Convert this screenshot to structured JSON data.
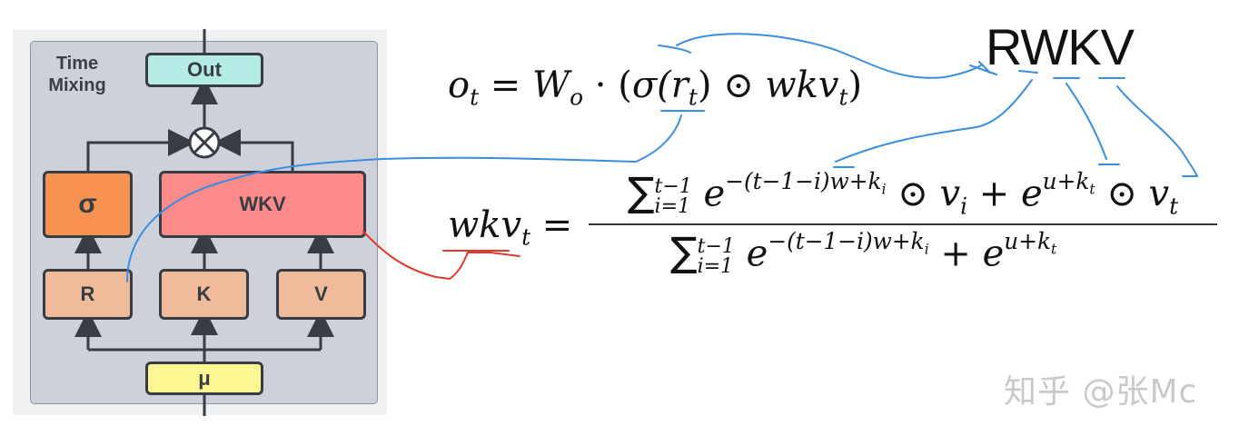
{
  "diagram": {
    "block_title_line1": "Time",
    "block_title_line2": "Mixing",
    "nodes": {
      "out": "Out",
      "sigma": "σ",
      "wkv": "WKV",
      "r": "R",
      "k": "K",
      "v": "V",
      "mu": "μ",
      "multiply": "⊗"
    },
    "colors": {
      "panel": "#cdd2da",
      "out": "#b4ece5",
      "sigma": "#f79250",
      "wkv": "#fb8b8a",
      "rkv": "#f0bb9a",
      "mu": "#fcf693",
      "stroke": "#383d44",
      "annotation_blue": "#3a8ee0",
      "annotation_red": "#e03a2f"
    }
  },
  "equations": {
    "output": {
      "lhs": "o",
      "lhs_sub": "t",
      "eq": "=",
      "w": "W",
      "w_sub": "o",
      "dot": "·",
      "open": "(",
      "sigma": "σ",
      "r": "(r",
      "r_sub": "t",
      "close_r": ")",
      "odot": "⊙",
      "wkv": "wkv",
      "wkv_sub": "t",
      "close": ")"
    },
    "wkv": {
      "lhs": "wkv",
      "lhs_sub": "t",
      "eq": "=",
      "sum_symbol": "∑",
      "sum_upper": "t−1",
      "sum_lower": "i=1",
      "num_exp": "−(t−1−i)w+k",
      "num_exp_sub": "i",
      "num_mid": "⊙ v",
      "num_mid_sub": "i",
      "num_plus": "+ e",
      "num_exp2": "u+k",
      "num_exp2_sub": "t",
      "num_end": "⊙ v",
      "num_end_sub": "t",
      "den_exp": "−(t−1−i)w+k",
      "den_exp_sub": "i",
      "den_plus": "+ e",
      "den_exp2": "u+k",
      "den_exp2_sub": "t",
      "e": "e"
    }
  },
  "annotation": {
    "label": "RWKV"
  },
  "watermark": "知乎 @张Mc"
}
